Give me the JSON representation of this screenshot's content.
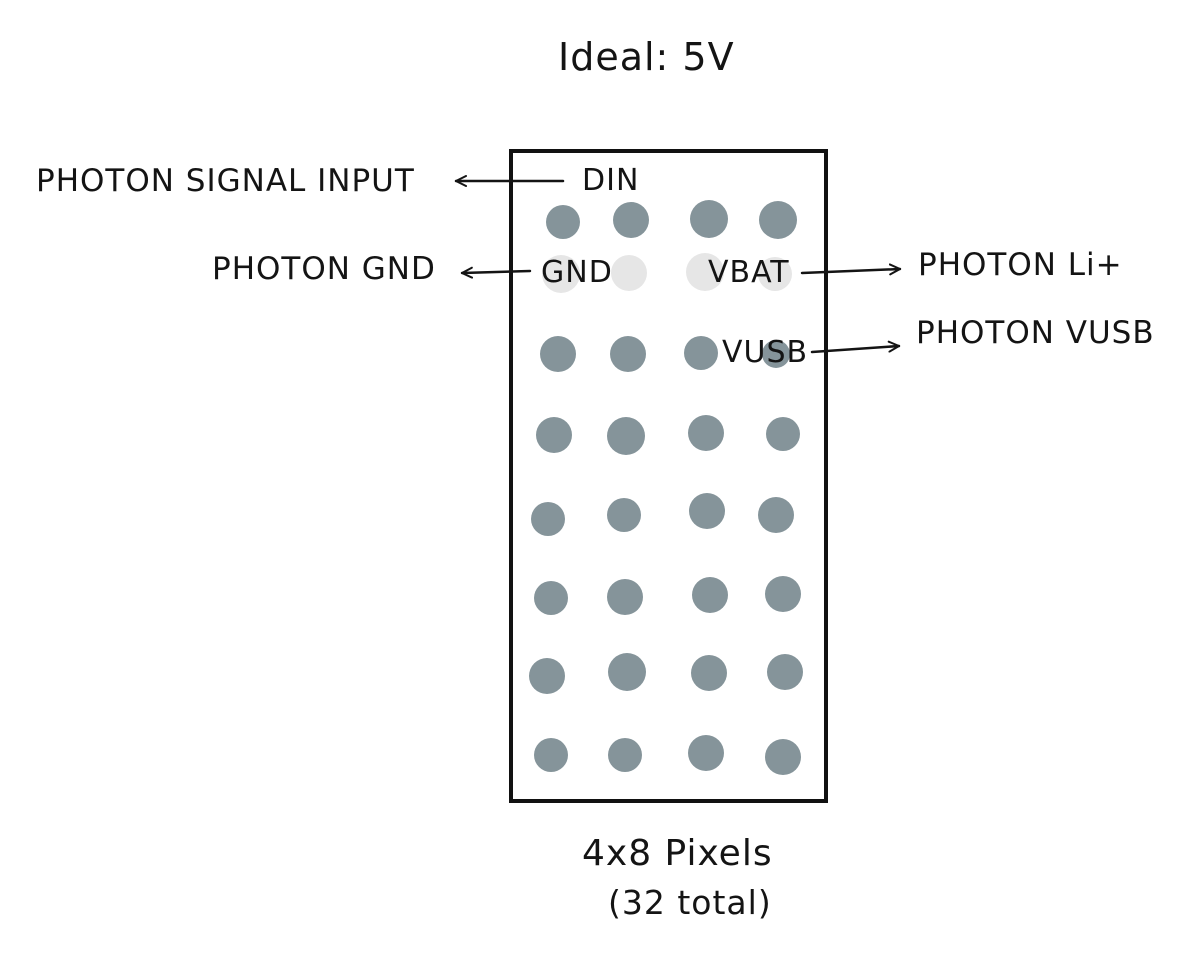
{
  "title": "Ideal: 5V",
  "board": {
    "columns": 4,
    "rows": 8,
    "pixel_color": "#85949a",
    "pad_color": "#e6e6e6",
    "outline_color": "#111111"
  },
  "pins": {
    "din": "DIN",
    "gnd": "GND",
    "vbat": "VBAT",
    "vusb": "VUSB"
  },
  "connections": {
    "signal_input": "PHOTON SIGNAL INPUT",
    "gnd": "PHOTON GND",
    "li": "PHOTON Li+",
    "vusb": "PHOTON VUSB"
  },
  "caption": {
    "line1": "4x8 Pixels",
    "line2": "(32 total)"
  }
}
